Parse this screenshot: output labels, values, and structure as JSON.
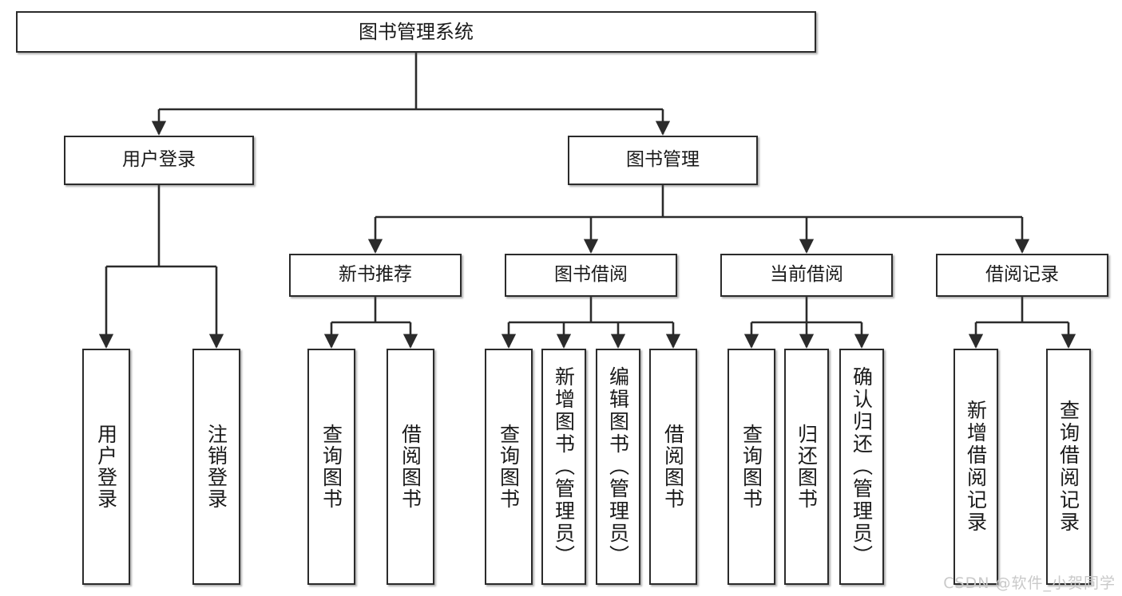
{
  "diagram": {
    "title": "图书管理系统",
    "watermark": "CSDN @软件_小贺同学",
    "colors": {
      "box_border": "#2b2b2b",
      "box_fill": "#ffffff",
      "connector": "#2b2b2b",
      "text": "#1a1a1a",
      "watermark": "#c9c9c9"
    },
    "levels": {
      "root": "图书管理系统",
      "modules": [
        "用户登录",
        "图书管理"
      ],
      "submodules": [
        "新书推荐",
        "图书借阅",
        "当前借阅",
        "借阅记录"
      ]
    },
    "nodes": {
      "root": {
        "label": "图书管理系统"
      },
      "user_login": {
        "label": "用户登录"
      },
      "book_manage": {
        "label": "图书管理"
      },
      "new_book_rec": {
        "label": "新书推荐"
      },
      "book_borrow": {
        "label": "图书借阅"
      },
      "current_borrow": {
        "label": "当前借阅"
      },
      "borrow_record": {
        "label": "借阅记录"
      },
      "leaf_user_login": {
        "label": "用户登录"
      },
      "leaf_user_logout": {
        "label": "注销登录"
      },
      "leaf_query_book_1": {
        "label": "查询图书"
      },
      "leaf_borrow_book_1": {
        "label": "借阅图书"
      },
      "leaf_query_book_2": {
        "label": "查询图书"
      },
      "leaf_add_book": {
        "label": "新增图书（管理员）"
      },
      "leaf_edit_book": {
        "label": "编辑图书（管理员）"
      },
      "leaf_borrow_book_2": {
        "label": "借阅图书"
      },
      "leaf_query_book_3": {
        "label": "查询图书"
      },
      "leaf_return_book": {
        "label": "归还图书"
      },
      "leaf_confirm_return": {
        "label": "确认归还（管理员）"
      },
      "leaf_add_record": {
        "label": "新增借阅记录"
      },
      "leaf_query_record": {
        "label": "查询借阅记录"
      }
    }
  }
}
